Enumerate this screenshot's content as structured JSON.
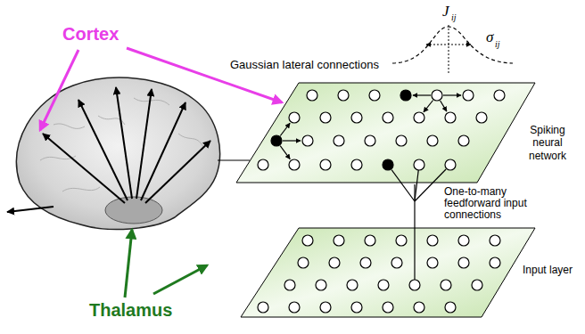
{
  "diagram": {
    "nodes": [
      {
        "text": [
          "Spiking neural network"
        ]
      },
      {
        "text": [
          "Input layer"
        ]
      }
    ],
    "edges": [
      {
        "from": 1,
        "to": 0,
        "arrow": "none",
        "label": "One-to-many feedforward input connections"
      }
    ],
    "labels": [
      "Cortex",
      "Gaussian lateral connections",
      "J",
      "ij",
      "σ",
      "ij",
      "Thalamus"
    ]
  }
}
